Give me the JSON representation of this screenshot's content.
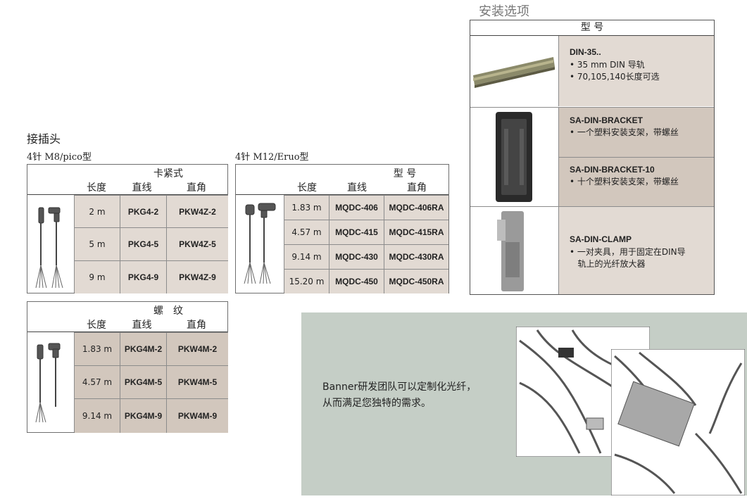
{
  "connectors": {
    "title": "接插头",
    "m8_subtitle": "4针 M8/pico型",
    "m12_subtitle": "4针 M12/Eruo型",
    "quick": {
      "group": "卡紧式",
      "col_length": "长度",
      "col_straight": "直线",
      "col_right": "直角",
      "rows": [
        {
          "length": "2 m",
          "straight": "PKG4-2",
          "right": "PKW4Z-2"
        },
        {
          "length": "5 m",
          "straight": "PKG4-5",
          "right": "PKW4Z-5"
        },
        {
          "length": "9 m",
          "straight": "PKG4-9",
          "right": "PKW4Z-9"
        }
      ]
    },
    "thread": {
      "group": "螺　纹",
      "col_length": "长度",
      "col_straight": "直线",
      "col_right": "直角",
      "rows": [
        {
          "length": "1.83 m",
          "straight": "PKG4M-2",
          "right": "PKW4M-2"
        },
        {
          "length": "4.57 m",
          "straight": "PKG4M-5",
          "right": "PKW4M-5"
        },
        {
          "length": "9.14 m",
          "straight": "PKG4M-9",
          "right": "PKW4M-9"
        }
      ]
    },
    "m12": {
      "group": "型 号",
      "col_length": "长度",
      "col_straight": "直线",
      "col_right": "直角",
      "rows": [
        {
          "length": "1.83 m",
          "straight": "MQDC-406",
          "right": "MQDC-406RA"
        },
        {
          "length": "4.57 m",
          "straight": "MQDC-415",
          "right": "MQDC-415RA"
        },
        {
          "length": "9.14 m",
          "straight": "MQDC-430",
          "right": "MQDC-430RA"
        },
        {
          "length": "15.20 m",
          "straight": "MQDC-450",
          "right": "MQDC-450RA"
        }
      ]
    }
  },
  "mounting": {
    "title": "安装选项",
    "header": "型 号",
    "items": [
      {
        "part": "DIN-35..",
        "lines": [
          "• 35 mm DIN 导轨",
          "• 70,105,140长度可选"
        ]
      },
      {
        "part": "SA-DIN-BRACKET",
        "lines": [
          "• 一个塑料安装支架，带螺丝"
        ]
      },
      {
        "part": "SA-DIN-BRACKET-10",
        "lines": [
          "• 十个塑料安装支架，带螺丝"
        ]
      },
      {
        "part": "SA-DIN-CLAMP",
        "lines": [
          "• 一对夹具，用于固定在DIN导",
          "   轨上的光纤放大器"
        ]
      }
    ]
  },
  "banner": {
    "line1": "Banner研发团队可以定制化光纤，",
    "line2": "从而满足您独特的需求。"
  },
  "colors": {
    "light_cell": "#e2dad3",
    "dark_cell": "#d2c7bd",
    "banner_bg": "#c5cec6"
  }
}
